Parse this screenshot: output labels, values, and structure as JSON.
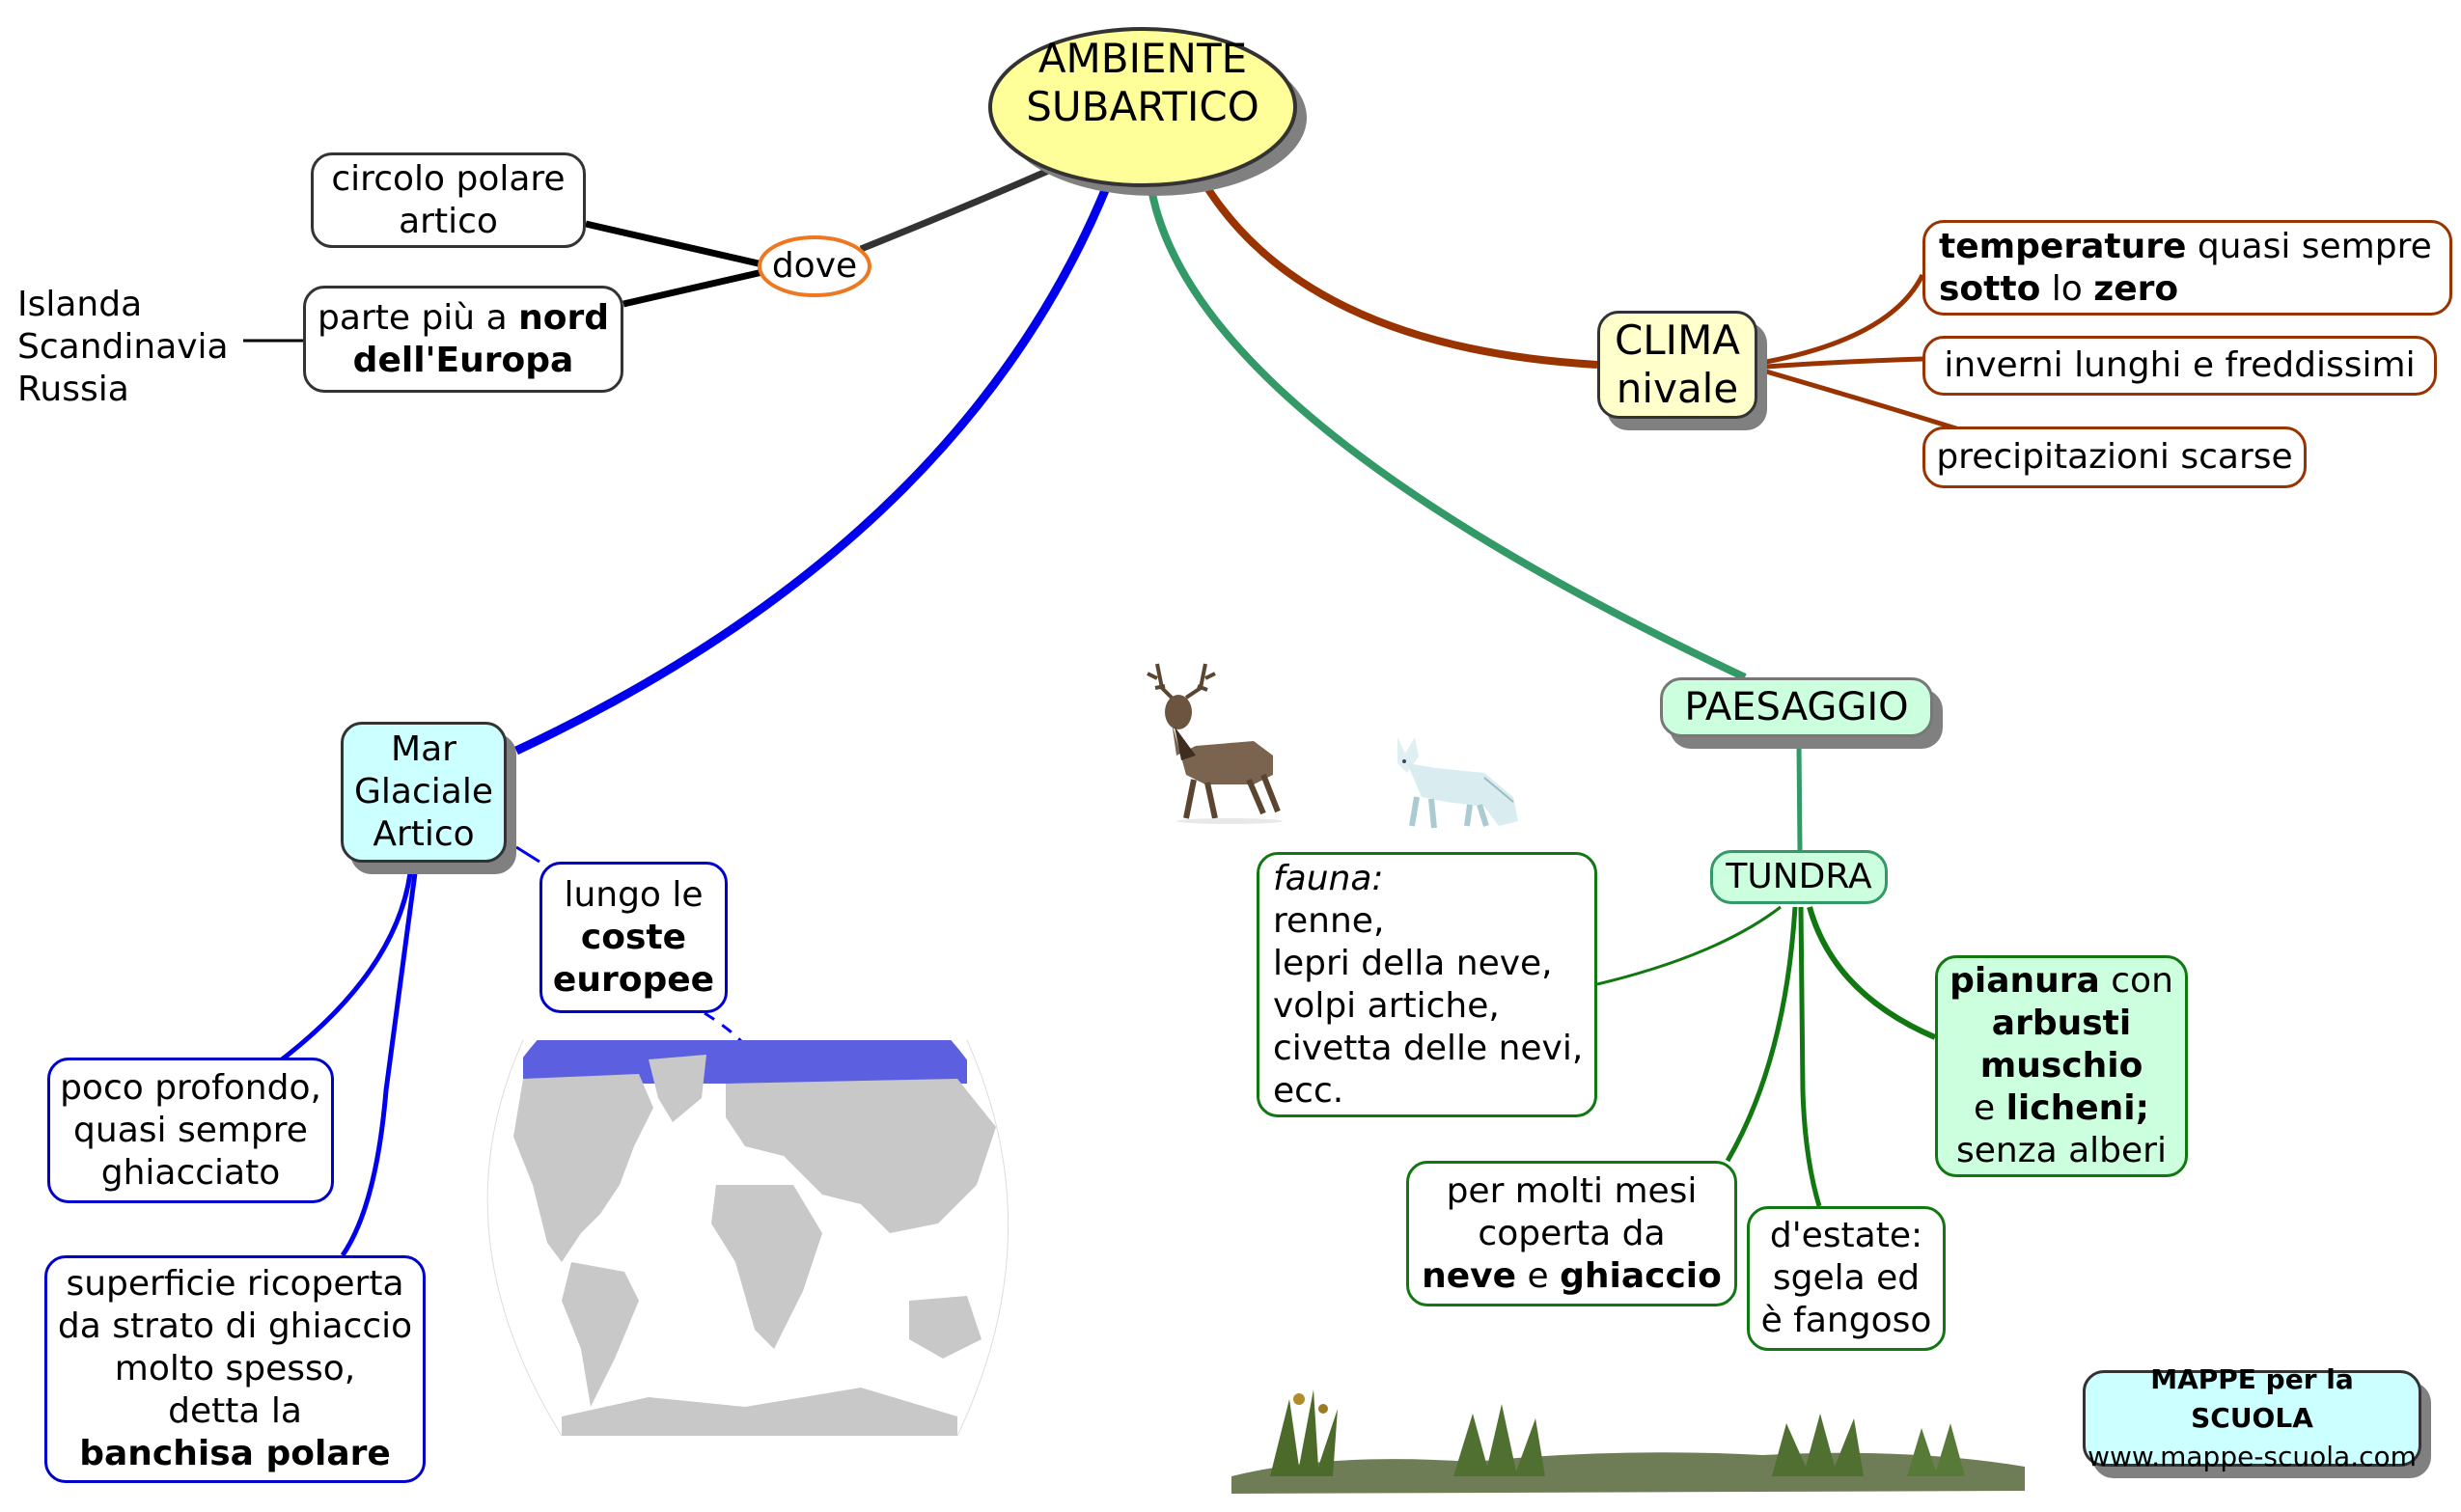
{
  "central": {
    "line1": "AMBIENTE",
    "line2": "SUBARTICO"
  },
  "dove": {
    "label": "dove",
    "circolo": {
      "line1": "circolo polare",
      "line2": "artico"
    },
    "parte": {
      "t1": "parte più a ",
      "b1": "nord",
      "b2": "dell'Europa"
    },
    "countries": [
      "Islanda",
      "Scandinavia",
      "Russia"
    ]
  },
  "clima": {
    "line1": "CLIMA",
    "line2": "nivale",
    "temperature": {
      "b1": "temperature",
      "t1": " quasi sempre",
      "b2": "sotto",
      "t2": " lo ",
      "b3": "zero"
    },
    "inverni": "inverni lunghi e freddissimi",
    "precipitazioni": "precipitazioni scarse"
  },
  "mar": {
    "line1": "Mar",
    "line2": "Glaciale",
    "line3": "Artico",
    "lungo": {
      "t1": "lungo le",
      "b1": "coste",
      "b2": "europee"
    },
    "poco": {
      "line1": "poco profondo,",
      "line2": "quasi sempre",
      "line3": "ghiacciato"
    },
    "superficie": {
      "line1": "superficie ricoperta",
      "line2": "da strato di ghiaccio",
      "line3": "molto spesso,",
      "line4": "detta la",
      "b1": "banchisa polare"
    }
  },
  "paesaggio": {
    "label": "PAESAGGIO",
    "tundra": "TUNDRA",
    "fauna": {
      "title": "fauna:",
      "items": [
        "renne,",
        "lepri della neve,",
        "volpi artiche,",
        "civetta delle nevi,",
        "ecc."
      ]
    },
    "pianura": {
      "b1": "pianura",
      "t1": " con",
      "b2": "arbusti",
      "b3": "muschio",
      "t2": "e ",
      "b4": "licheni;",
      "t3": "senza alberi"
    },
    "neve": {
      "line1": "per molti mesi",
      "line2": "coperta da",
      "b1": "neve",
      "t1": " e ",
      "b2": "ghiaccio"
    },
    "estate": {
      "line1": "d'estate:",
      "line2": "sgela ed",
      "line3": "è fangoso"
    }
  },
  "logo": {
    "title": "MAPPE per la SCUOLA",
    "url": "www.mappe-scuola.com"
  },
  "colors": {
    "central_fill": "#ffff99",
    "clima_fill": "#ffffcc",
    "clima_link": "#993300",
    "mar_fill": "#ccffff",
    "mar_link": "#0000ee",
    "paesaggio_fill": "#ccffdd",
    "paesaggio_link": "#339966",
    "tundra_link": "#117711",
    "dove_border": "#ee7722",
    "logo_fill": "#ccffff"
  }
}
